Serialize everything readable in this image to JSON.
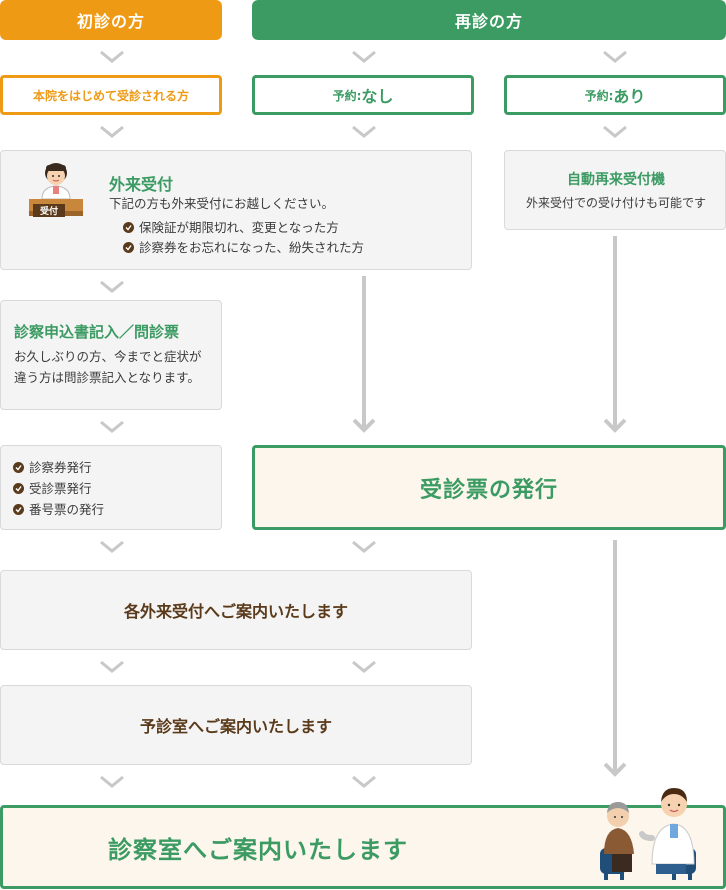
{
  "header": {
    "first_visit": "初診の方",
    "revisit": "再診の方"
  },
  "sub": {
    "first_label": "本院をはじめて受診される方",
    "no_reservation_prefix": "予約:",
    "no_reservation_value": "なし",
    "reservation_prefix": "予約:",
    "reservation_value": "あり"
  },
  "outpatient": {
    "title": "外来受付",
    "desc": "下記の方も外来受付にお越しください。",
    "items": [
      "保険証が期限切れ、変更となった方",
      "診察券をお忘れになった、紛失された方"
    ],
    "sign": "受付"
  },
  "kiosk": {
    "title": "自動再来受付機",
    "desc": "外来受付での受け付けも可能です"
  },
  "questionnaire": {
    "title": "診察申込書記入／問診票",
    "line1": "お久しぶりの方、今までと症状が",
    "line2": "違う方は問診票記入となります。"
  },
  "issue_list": [
    "診察券発行",
    "受診票発行",
    "番号票の発行"
  ],
  "issue_ticket": "受診票の発行",
  "guide_outpatient": "各外来受付へご案内いたします",
  "guide_waiting": "予診室へご案内いたします",
  "guide_exam": "診察室へご案内いたします",
  "colors": {
    "orange": "#ee9a15",
    "green": "#3c9b63",
    "brown": "#5a3a1a",
    "box_gray": "#f4f4f4",
    "cream": "#fcf6ec",
    "arrow_gray": "#c8c8c8"
  }
}
